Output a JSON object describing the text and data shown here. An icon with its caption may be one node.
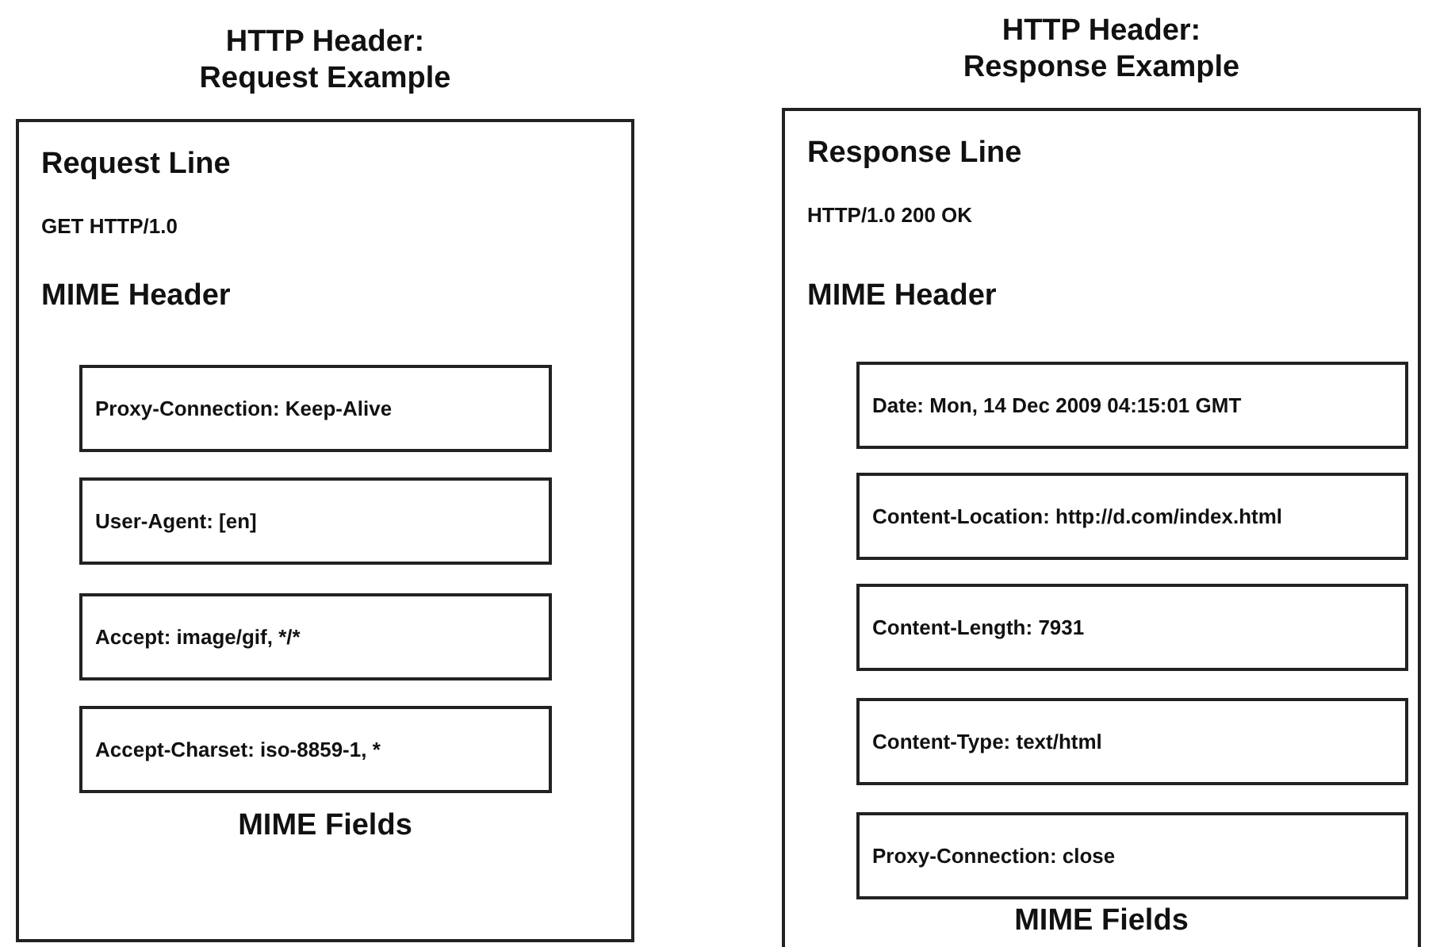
{
  "diagram": {
    "nodes": [
      {
        "text": [
          "HTTP Header: Request Example"
        ]
      },
      {
        "text": [
          "Request Line",
          "GET HTTP/1.0"
        ],
        "in": 0
      },
      {
        "text": [
          "MIME Header",
          "MIME Fields"
        ],
        "in": 0
      },
      {
        "text": [
          "Proxy-Connection: Keep-Alive"
        ],
        "in": 2
      },
      {
        "text": [
          "User-Agent: [en]"
        ],
        "in": 2
      },
      {
        "text": [
          "Accept: image/gif, */*"
        ],
        "in": 2
      },
      {
        "text": [
          "Accept-Charset: iso-8859-1, *"
        ],
        "in": 2
      },
      {
        "text": [
          "HTTP Header: Response Example"
        ]
      },
      {
        "text": [
          "Response Line",
          "HTTP/1.0 200 OK"
        ],
        "in": 7
      },
      {
        "text": [
          "MIME Header",
          "MIME Fields"
        ],
        "in": 7
      },
      {
        "text": [
          "Date: Mon, 14 Dec 2009 04:15:01 GMT"
        ],
        "in": 9
      },
      {
        "text": [
          "Content-Location: http://d.com/index.html"
        ],
        "in": 9
      },
      {
        "text": [
          "Content-Length: 7931"
        ],
        "in": 9
      },
      {
        "text": [
          "Content-Type: text/html"
        ],
        "in": 9
      },
      {
        "text": [
          "Proxy-Connection: close"
        ],
        "in": 9
      }
    ]
  }
}
